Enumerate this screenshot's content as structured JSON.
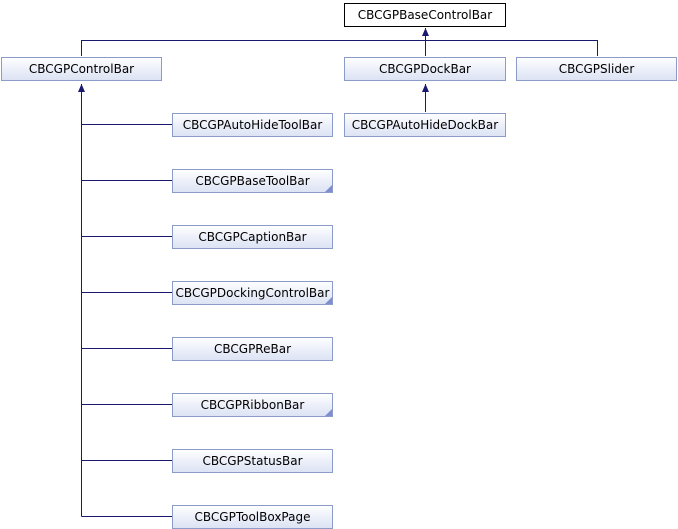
{
  "diagram": {
    "root": "CBCGPBaseControlBar",
    "level1": {
      "control_bar": "CBCGPControlBar",
      "dock_bar": "CBCGPDockBar",
      "slider": "CBCGPSlider"
    },
    "dock_bar_children": {
      "auto_hide_dock_bar": "CBCGPAutoHideDockBar"
    },
    "control_bar_children": [
      {
        "label": "CBCGPAutoHideToolBar",
        "has_more": false
      },
      {
        "label": "CBCGPBaseToolBar",
        "has_more": true
      },
      {
        "label": "CBCGPCaptionBar",
        "has_more": false
      },
      {
        "label": "CBCGPDockingControlBar",
        "has_more": true
      },
      {
        "label": "CBCGPReBar",
        "has_more": false
      },
      {
        "label": "CBCGPRibbonBar",
        "has_more": true
      },
      {
        "label": "CBCGPStatusBar",
        "has_more": false
      },
      {
        "label": "CBCGPToolBoxPage",
        "has_more": false
      }
    ],
    "colors": {
      "edge": "#191970",
      "node_border": "#8b9cc9",
      "root_border": "#000000",
      "fold_marker": "#7e8ed0"
    }
  }
}
